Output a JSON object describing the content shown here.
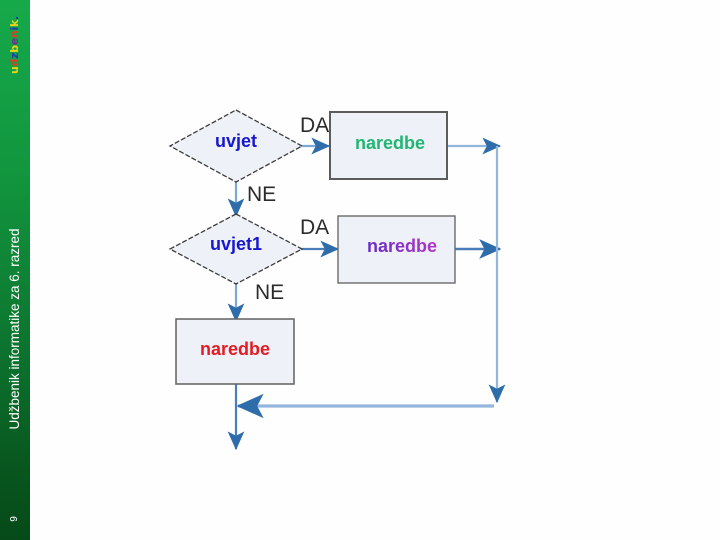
{
  "slide": {
    "background_color": "#fefefe",
    "page_number": "9"
  },
  "sidebar": {
    "background_gradient_from": "#16a94a",
    "background_gradient_to": "#064a19",
    "logo_letters": [
      "u",
      "d",
      "z",
      "b",
      "e",
      "n",
      "i",
      "k",
      "."
    ],
    "logo_text": "udzbenik.",
    "title": "Udžbenik informatike za 6. razred",
    "page_number": "9"
  },
  "flowchart": {
    "type": "flowchart",
    "nodes": [
      {
        "id": "uvjet",
        "shape": "diamond",
        "label": "uvjet",
        "text_color": "#1717cf",
        "fill": "#eef1f7",
        "stroke": "#3a3a3a"
      },
      {
        "id": "naredbe1",
        "shape": "rectangle",
        "label": "naredbe",
        "text_color": "#22b573",
        "fill": "#eef1f7",
        "stroke": "#5a5a5a"
      },
      {
        "id": "uvjet1",
        "shape": "diamond",
        "label": "uvjet1",
        "text_color": "#1717cf",
        "fill": "#eef1f7",
        "stroke": "#3a3a3a"
      },
      {
        "id": "naredbe2",
        "shape": "rectangle",
        "label": "naredbe",
        "text_color": "#8e2fc6",
        "fill": "#eef1f7",
        "stroke": "#5a5a5a"
      },
      {
        "id": "naredbe3",
        "shape": "rectangle",
        "label": "naredbe",
        "text_color": "#e51b24",
        "fill": "#eef1f7",
        "stroke": "#5a5a5a"
      }
    ],
    "edge_labels": {
      "uvjet_yes": "DA",
      "uvjet_no": "NE",
      "uvjet1_yes": "DA",
      "uvjet1_no": "NE"
    },
    "connector_color": "#4a7ebb",
    "connector_color_light": "#94b6dd"
  }
}
